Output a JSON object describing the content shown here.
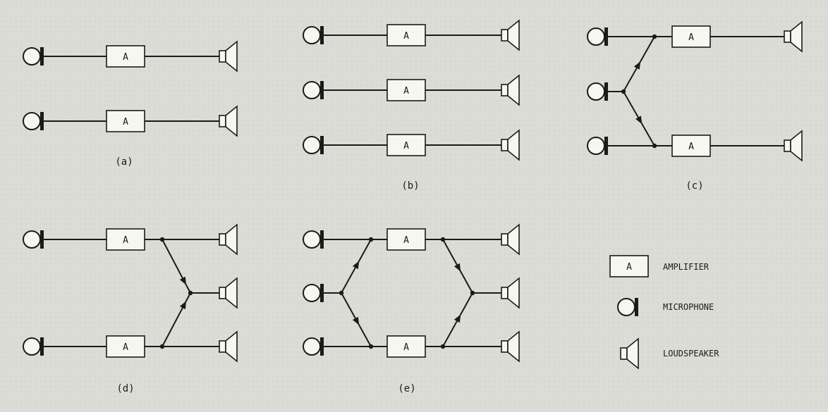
{
  "colors": {
    "paper": "#dcdcd6",
    "ink": "#1a1a1a",
    "box_fill": "#f7f7f2"
  },
  "labels": {
    "a": "(a)",
    "b": "(b)",
    "c": "(c)",
    "d": "(d)",
    "e": "(e)"
  },
  "amp_label": "A",
  "legend": {
    "amplifier_symbol": "A",
    "amplifier": "AMPLIFIER",
    "microphone": "MICROPHONE",
    "loudspeaker": "LOUDSPEAKER"
  },
  "icons": [
    "microphone-icon",
    "amplifier-box",
    "loudspeaker-icon",
    "arrow-icon",
    "junction-dot"
  ]
}
